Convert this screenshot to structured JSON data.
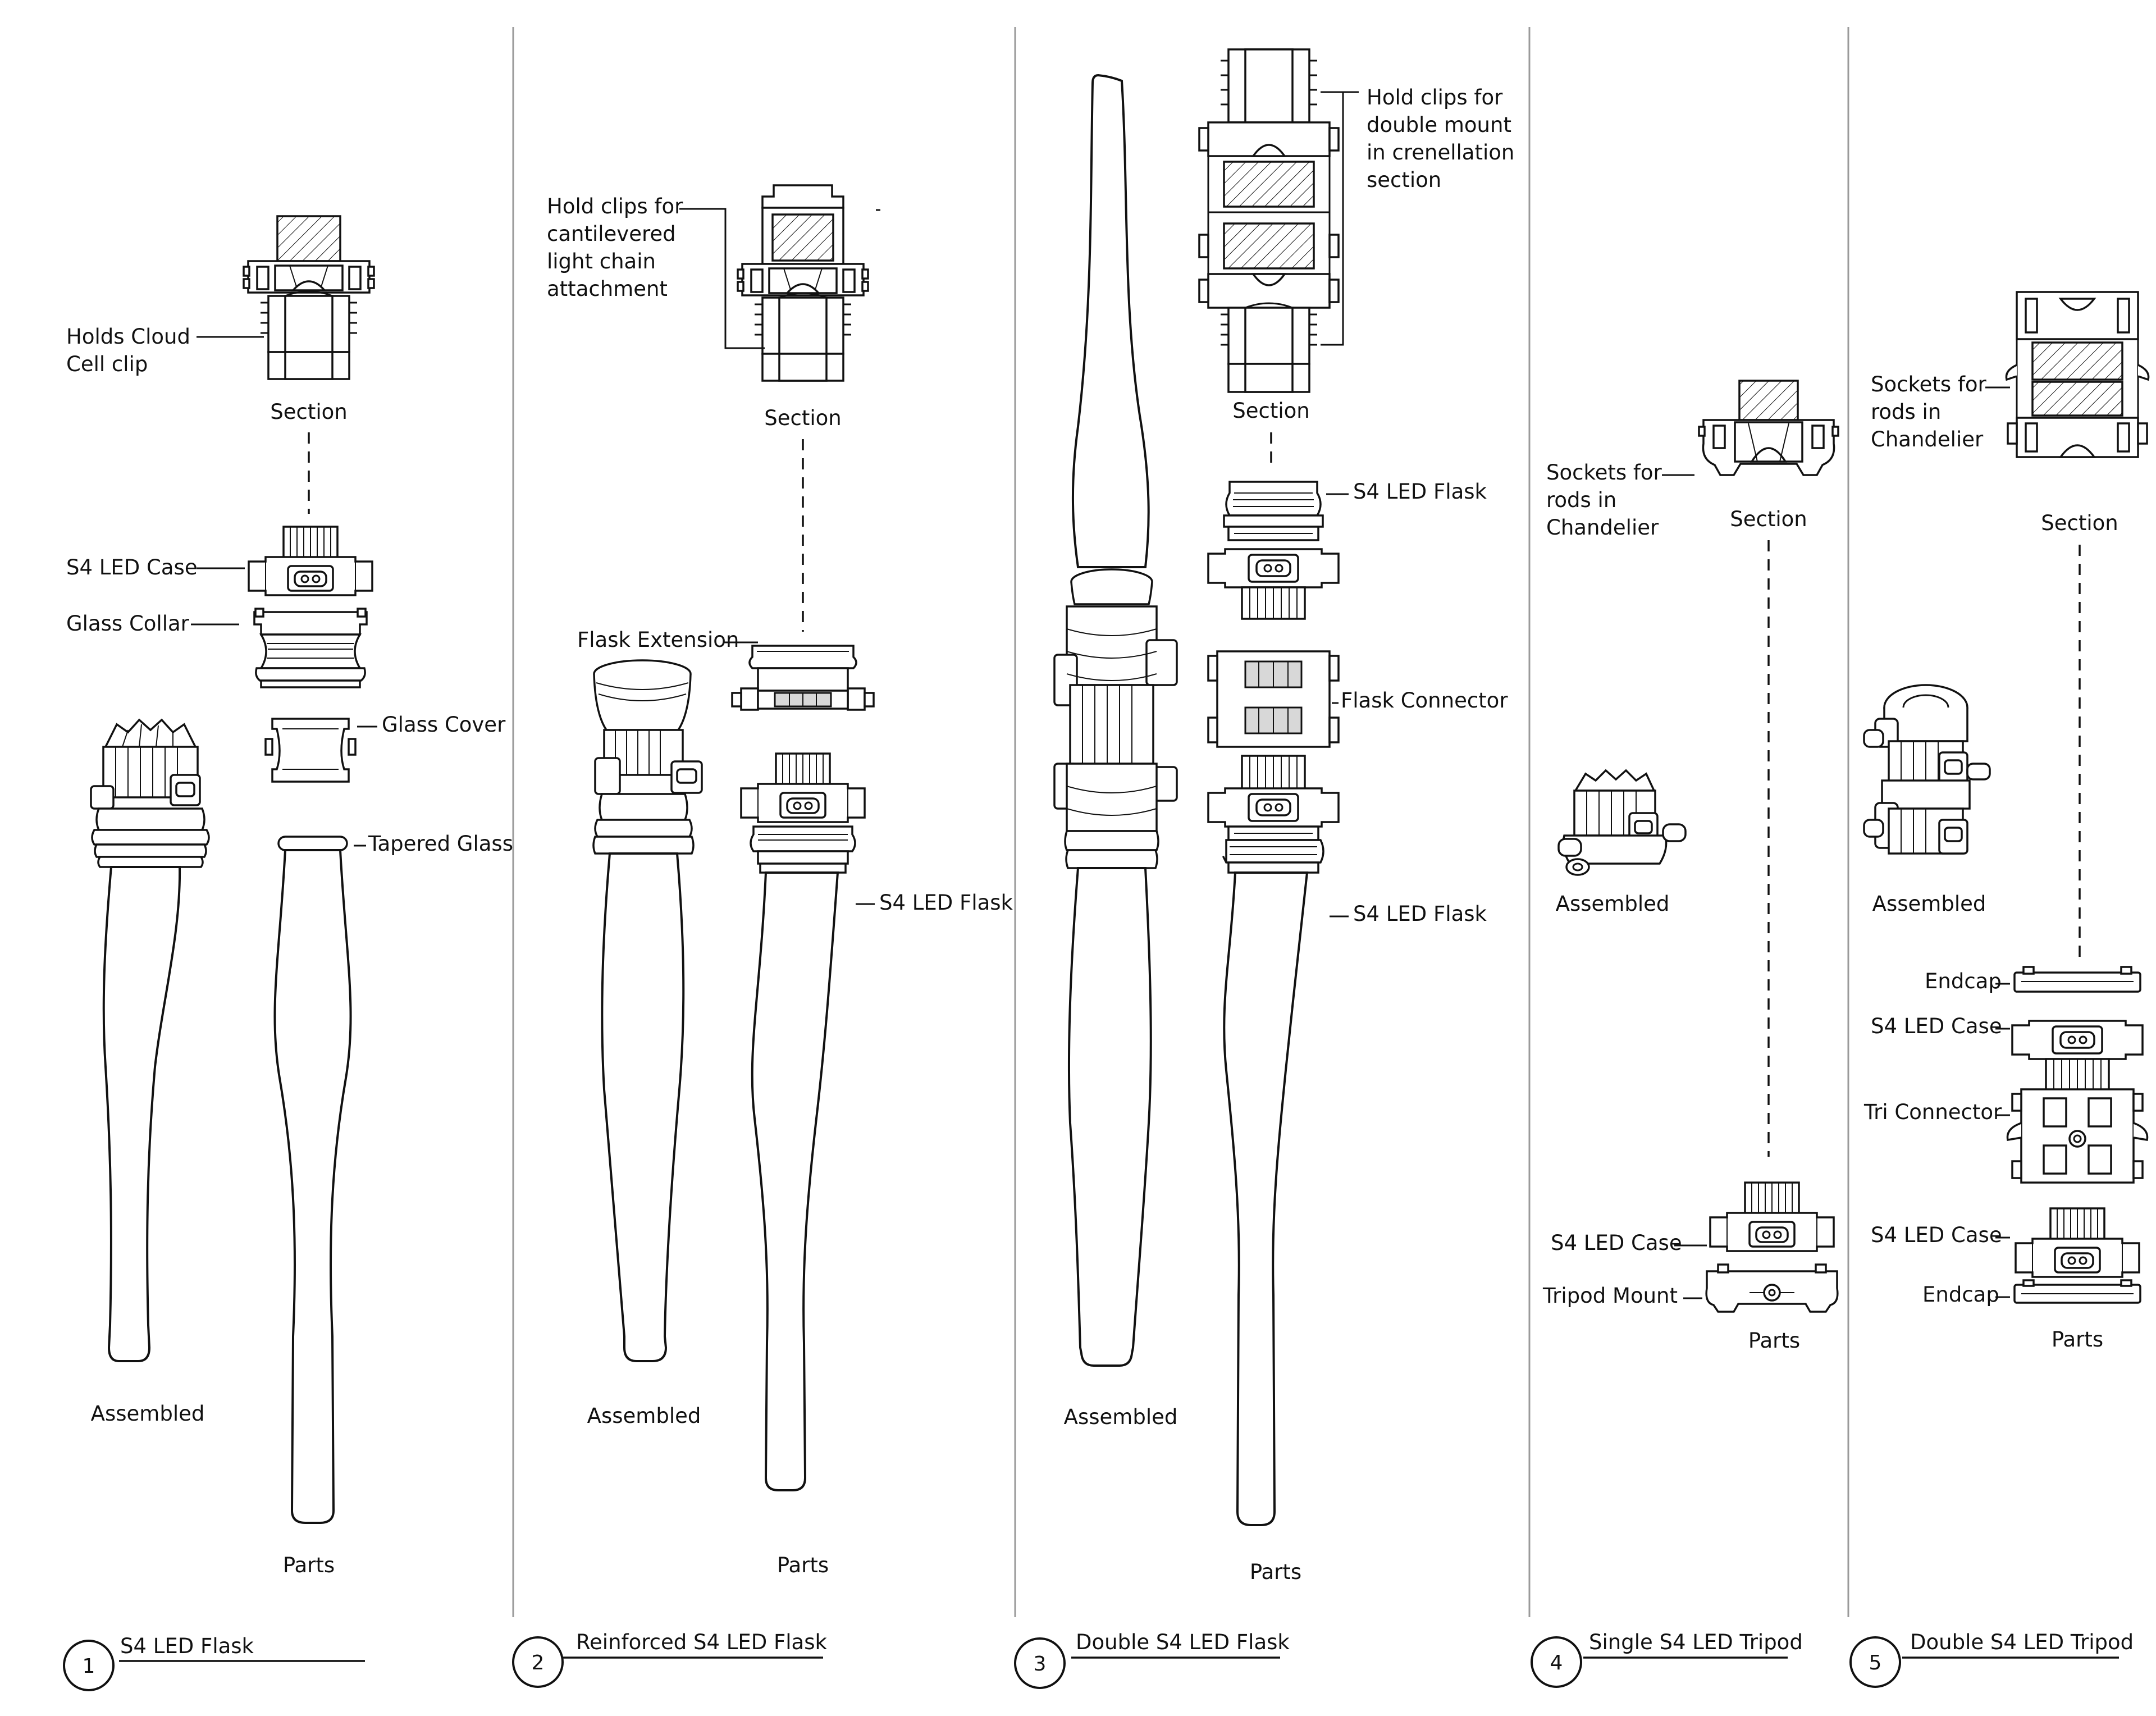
{
  "panels": [
    {
      "number": "1",
      "title": "S4 LED Flask",
      "labels": {
        "holds_cloud": "Holds Cloud",
        "holds_cloud_2": "Cell clip",
        "section": "Section",
        "s4_led_case": "S4 LED Case",
        "glass_collar": "Glass Collar",
        "glass_cover": "Glass Cover",
        "tapered_glass": "Tapered Glass",
        "assembled": "Assembled",
        "parts": "Parts"
      }
    },
    {
      "number": "2",
      "title": "Reinforced S4 LED Flask",
      "labels": {
        "hold_clips_1": "Hold clips for",
        "hold_clips_2": "cantilevered",
        "hold_clips_3": "light chain",
        "hold_clips_4": "attachment",
        "section": "Section",
        "flask_extension": "Flask Extension",
        "s4_led_flask": "S4 LED Flask",
        "assembled": "Assembled",
        "parts": "Parts"
      }
    },
    {
      "number": "3",
      "title": "Double S4 LED Flask",
      "labels": {
        "hold_clips_1": "Hold clips for",
        "hold_clips_2": "double mount",
        "hold_clips_3": "in crenellation",
        "hold_clips_4": "section",
        "section": "Section",
        "s4_led_flask_top": "S4 LED Flask",
        "flask_connector": "Flask Connector",
        "s4_led_flask_bottom": "S4 LED Flask",
        "assembled": "Assembled",
        "parts": "Parts"
      }
    },
    {
      "number": "4",
      "title": "Single S4 LED Tripod",
      "labels": {
        "sockets_1": "Sockets for",
        "sockets_2": "rods in",
        "sockets_3": "Chandelier",
        "section": "Section",
        "assembled": "Assembled",
        "s4_led_case": "S4 LED Case",
        "tripod_mount": "Tripod Mount",
        "parts": "Parts"
      }
    },
    {
      "number": "5",
      "title": "Double S4 LED Tripod",
      "labels": {
        "sockets_1": "Sockets for",
        "sockets_2": "rods in",
        "sockets_3": "Chandelier",
        "section": "Section",
        "assembled": "Assembled",
        "endcap_top": "Endcap",
        "s4_led_case_top": "S4 LED Case",
        "tri_connector": "Tri Connector",
        "s4_led_case_bottom": "S4 LED Case",
        "endcap_bottom": "Endcap",
        "parts": "Parts"
      }
    }
  ]
}
